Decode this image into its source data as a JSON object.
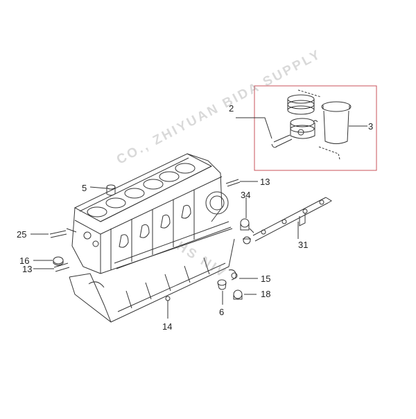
{
  "diagram": {
    "callouts": {
      "c2": "2",
      "c3": "3",
      "c5": "5",
      "c13a": "13",
      "c34": "34",
      "c25": "25",
      "c16": "16",
      "c13b": "13",
      "c31": "31",
      "c15": "15",
      "c18": "18",
      "c14": "14",
      "c6": "6"
    },
    "watermark": {
      "arc": "CO., ZHIYUAN BIDA SUPPLY",
      "lower": "HS NIV"
    },
    "colors": {
      "line": "#333333",
      "callout_box": "#c8505a",
      "watermark": "#8c8c8c"
    }
  }
}
